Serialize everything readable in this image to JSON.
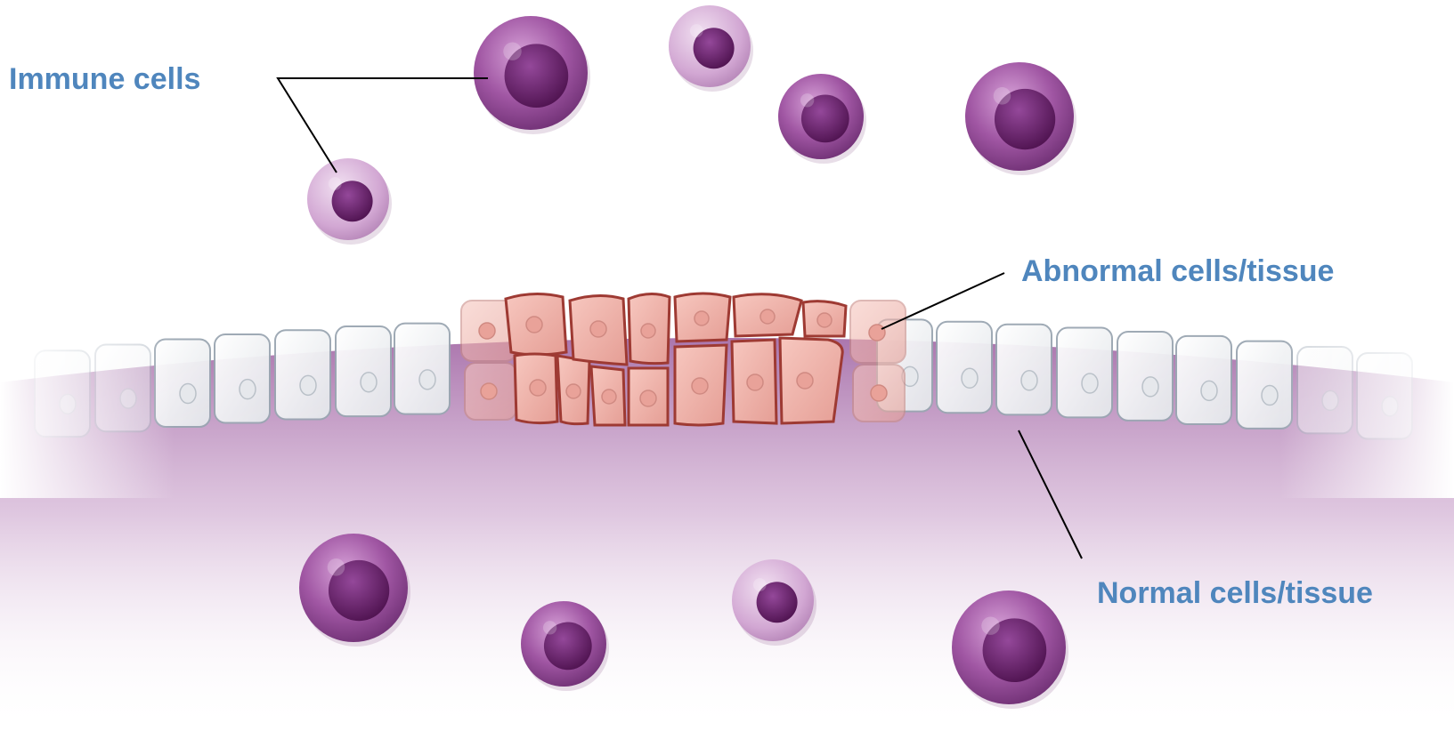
{
  "labels": {
    "immune": "Immune cells",
    "abnormal": "Abnormal cells/tissue",
    "normal": "Normal cells/tissue"
  },
  "colors": {
    "label_text": "#4f86bd",
    "immune_cell_body": "#9b4f9e",
    "immune_cell_nucleus": "#6a1f6e",
    "immune_cell_light": "#d8b2d9",
    "normal_cell_fill": "#f4f4f6",
    "normal_cell_stroke": "#9aa6b2",
    "abnormal_cell_fill": "#f2b7ae",
    "abnormal_cell_stroke": "#9e3a33",
    "tissue_shadow": "#a46ea6",
    "leader_line": "#000000"
  },
  "icons": {
    "immune_cell": "immune-cell-icon",
    "normal_cell": "normal-cell-icon",
    "abnormal_cell": "abnormal-cell-icon"
  }
}
